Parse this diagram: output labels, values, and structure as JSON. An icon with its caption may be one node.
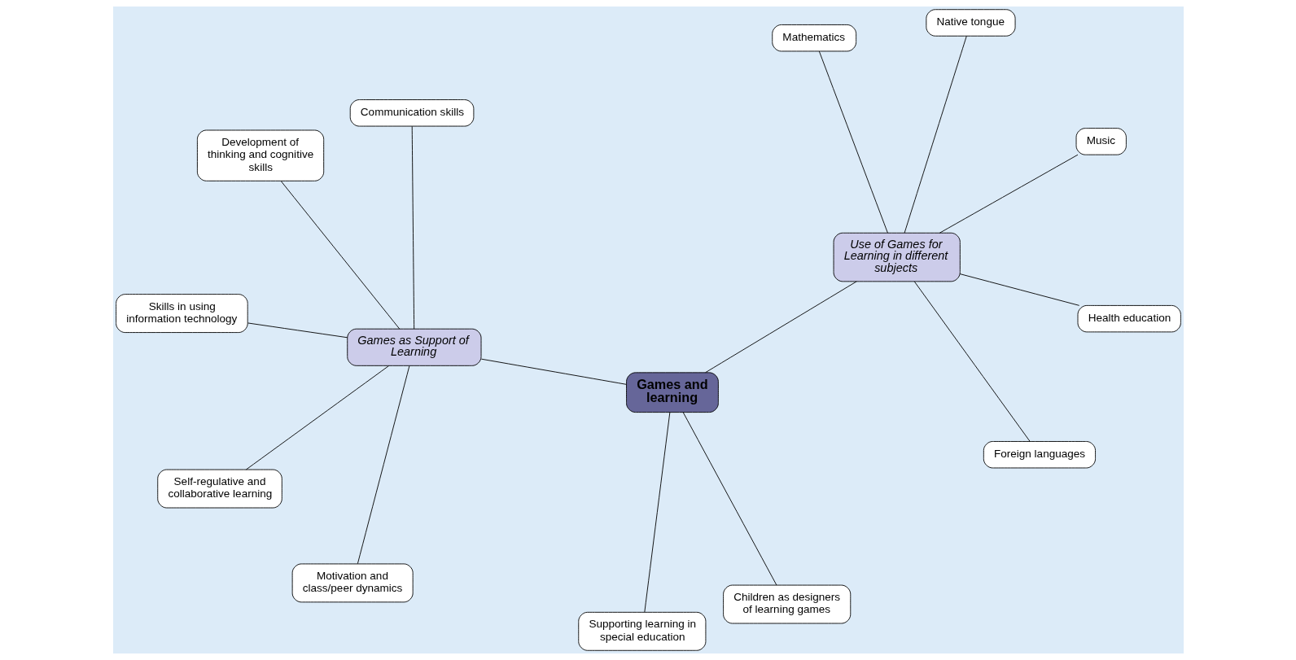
{
  "diagram": {
    "nodes": [
      {
        "text": [
          "Games and learning"
        ]
      },
      {
        "text": [
          "Games as Support of Learning"
        ]
      },
      {
        "text": [
          "Motivation and class/peer dynamics"
        ]
      },
      {
        "text": [
          "Development of thinking and cognitive skills"
        ]
      },
      {
        "text": [
          "Communication skills"
        ]
      },
      {
        "text": [
          "Skills in using information technology"
        ]
      },
      {
        "text": [
          "Self-regulative and collaborative learning"
        ]
      },
      {
        "text": [
          "Children as designers of learning games"
        ]
      },
      {
        "text": [
          "Supporting learning in special education"
        ]
      },
      {
        "text": [
          "Use of Games for Learning in different subjects"
        ]
      },
      {
        "text": [
          "Foreign languages"
        ]
      },
      {
        "text": [
          "Mathematics"
        ]
      },
      {
        "text": [
          "Health education"
        ]
      },
      {
        "text": [
          "Music"
        ]
      },
      {
        "text": [
          "Native tongue"
        ]
      }
    ],
    "edges": [
      {
        "from": 1,
        "to": 0,
        "arrow": "none"
      },
      {
        "from": 0,
        "to": 7,
        "arrow": "none"
      },
      {
        "from": 0,
        "to": 8,
        "arrow": "none"
      },
      {
        "from": 0,
        "to": 9,
        "arrow": "none"
      },
      {
        "from": 1,
        "to": 2,
        "arrow": "none"
      },
      {
        "from": 1,
        "to": 3,
        "arrow": "none"
      },
      {
        "from": 1,
        "to": 4,
        "arrow": "none"
      },
      {
        "from": 1,
        "to": 5,
        "arrow": "none"
      },
      {
        "from": 1,
        "to": 6,
        "arrow": "none"
      },
      {
        "from": 9,
        "to": 10,
        "arrow": "none"
      },
      {
        "from": 9,
        "to": 11,
        "arrow": "none"
      },
      {
        "from": 9,
        "to": 12,
        "arrow": "none"
      },
      {
        "from": 9,
        "to": 13,
        "arrow": "none"
      },
      {
        "from": 9,
        "to": 14,
        "arrow": "none"
      }
    ]
  }
}
